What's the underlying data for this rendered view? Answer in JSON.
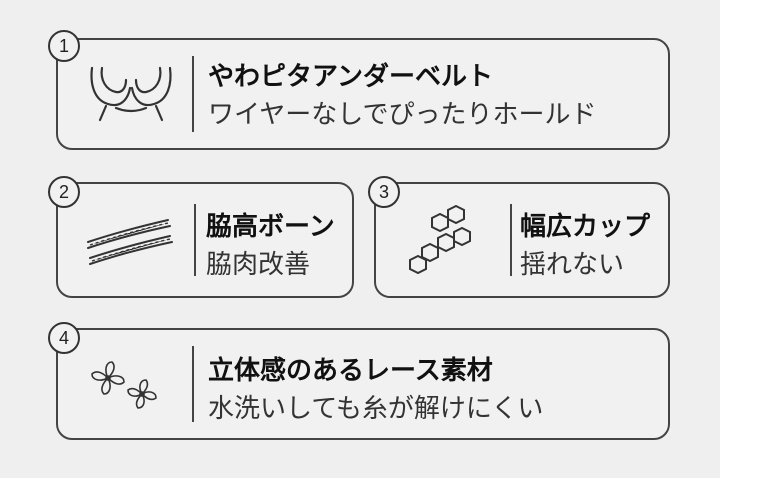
{
  "features": [
    {
      "number": "1",
      "title": "やわピタアンダーベルト",
      "subtitle": "ワイヤーなしでぴったりホールド",
      "icon": "bra-underband-icon"
    },
    {
      "number": "2",
      "title": "脇高ボーン",
      "subtitle": "脇肉改善",
      "icon": "side-bone-icon"
    },
    {
      "number": "3",
      "title": "幅広カップ",
      "subtitle": "揺れない",
      "icon": "honeycomb-cup-icon"
    },
    {
      "number": "4",
      "title": "立体感のあるレース素材",
      "subtitle": "水洗いしても糸が解けにくい",
      "icon": "lace-flower-icon"
    }
  ],
  "colors": {
    "panel": "#efefef",
    "border": "#444444",
    "text": "#111111"
  }
}
